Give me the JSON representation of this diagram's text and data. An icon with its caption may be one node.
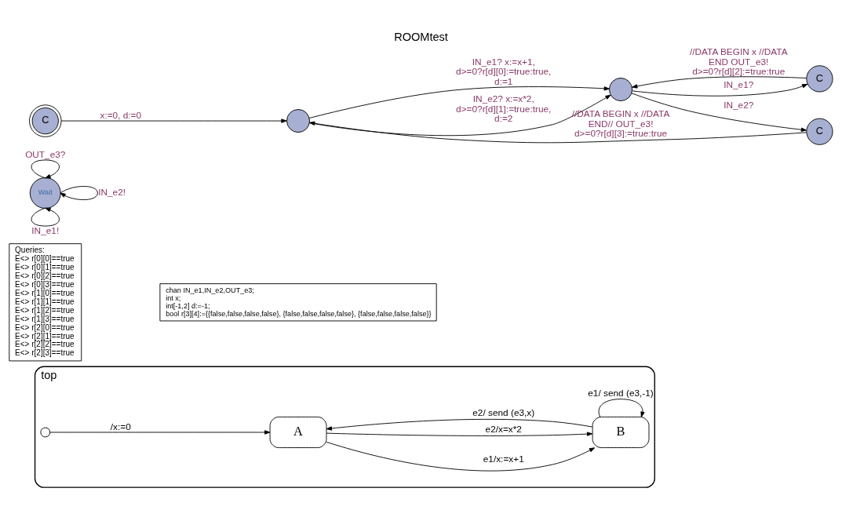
{
  "diagram": {
    "title": "ROOMtest",
    "nodes": [
      {
        "text": [
          "top"
        ]
      },
      {
        "text": [
          "A"
        ],
        "in": 0
      },
      {
        "text": [
          "B"
        ],
        "in": 0
      },
      {
        "text": [],
        "shape": "circle",
        "in": 0
      },
      {
        "text": [
          "Wait"
        ]
      },
      {
        "text": [
          "Queries:",
          "E<> r[0][0]==true",
          "E<> r[0][1]==true",
          "E<> r[0][2]==true",
          "E<> r[0][3]==true",
          "E<> r[1][0]==true",
          "E<> r[1][1]==true",
          "E<> r[1][2]==true",
          "E<> r[1][3]==true",
          "E<> r[2][0]==true",
          "E<> r[2][1]==true",
          "E<> r[2][2]==true",
          "E<> r[2][3]==true"
        ]
      },
      {
        "text": [
          "chan IN_e1,IN_e2,OUT_e3;",
          "int x;",
          "int[-1,2] d:=-1;",
          "bool r[3][4]:={{false,false,false,false}, {false,false,false,false}, {false,false,false,false}}"
        ]
      },
      {
        "text": [
          "C"
        ]
      },
      {
        "text": [],
        "shape": "circle"
      },
      {
        "text": [
          "C"
        ]
      },
      {
        "text": [],
        "shape": "circle"
      },
      {
        "text": [
          "C"
        ]
      }
    ],
    "edges": [
      {
        "from": 3,
        "to": 1,
        "arrow": "to",
        "label": "/x:=0"
      },
      {
        "from": 1,
        "to": 2,
        "arrow": "to",
        "label": "e1/x:=x+1"
      },
      {
        "from": 2,
        "to": 1,
        "arrow": "to",
        "label": "e2/ send (e3,x)"
      },
      {
        "from": 1,
        "to": 2,
        "arrow": "to",
        "label": "e2/x=x*2"
      },
      {
        "from": 2,
        "to": 2,
        "arrow": "to",
        "label": "e1/ send (e3,-1)"
      },
      {
        "from": 4,
        "to": 4,
        "arrow": "to",
        "label": "OUT_e3?"
      },
      {
        "from": 4,
        "to": 4,
        "arrow": "to",
        "label": "IN_e1!"
      },
      {
        "from": 4,
        "to": 4,
        "arrow": "to",
        "label": "IN_e2!"
      },
      {
        "from": 7,
        "to": 8,
        "arrow": "to",
        "label": "x:=0, d:=0"
      },
      {
        "from": 8,
        "to": 10,
        "arrow": "to",
        "label": "IN_e1? x:=x+1, d>=0?r[d][0]:=true:true, d:=1"
      },
      {
        "from": 10,
        "to": 9,
        "arrow": "to",
        "label": "IN_e2?"
      },
      {
        "from": 9,
        "to": 8,
        "arrow": "to",
        "label": "//DATA BEGIN x //DATA END// OUT_e3! d>=0?r[d][3]:=true:true"
      },
      {
        "from": 8,
        "to": 10,
        "arrow": "to",
        "label": "IN_e2? x:=x*2, d>=0?r[d][1]:=true:true, d:=2"
      },
      {
        "from": 10,
        "to": 11,
        "arrow": "to",
        "label": "IN_e1?"
      },
      {
        "from": 11,
        "to": 10,
        "arrow": "to",
        "label": "//DATA BEGIN x //DATA END OUT_e3! d>=0?r[d][2]:=true:true"
      }
    ]
  }
}
